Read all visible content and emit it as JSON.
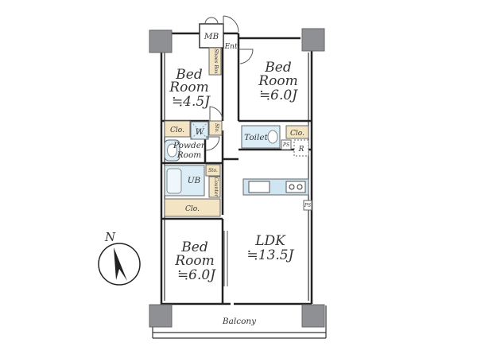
{
  "rooms": {
    "bed1": {
      "line1": "Bed",
      "line2": "Room",
      "size": "≒4.5J"
    },
    "bed2": {
      "line1": "Bed",
      "line2": "Room",
      "size": "≒6.0J"
    },
    "bed3": {
      "line1": "Bed",
      "line2": "Room",
      "size": "≒6.0J"
    },
    "ldk": {
      "name": "LDK",
      "size": "≒13.5J"
    },
    "powder": {
      "line1": "Powder",
      "line2": "Room"
    },
    "balcony": "Balcony"
  },
  "labels": {
    "mb": "MB",
    "ent": "Ent.",
    "shoes_box": "Shoes Box",
    "clo_left": "Clo.",
    "clo_right": "Clo.",
    "clo_lower": "Clo.",
    "washer": "W",
    "sto_top": "Sto.",
    "sto_mid": "Sto.",
    "ub": "UB",
    "counter": "Counter",
    "toilet": "Toilet",
    "ps1": "PS",
    "ps2": "PS",
    "r": "R"
  },
  "compass": {
    "letter": "N"
  },
  "colors": {
    "closet": "#f3e4c4",
    "wet_area": "#dbeef8",
    "column": "#8e9094",
    "kitchen_counter": "#cfe6f2"
  }
}
